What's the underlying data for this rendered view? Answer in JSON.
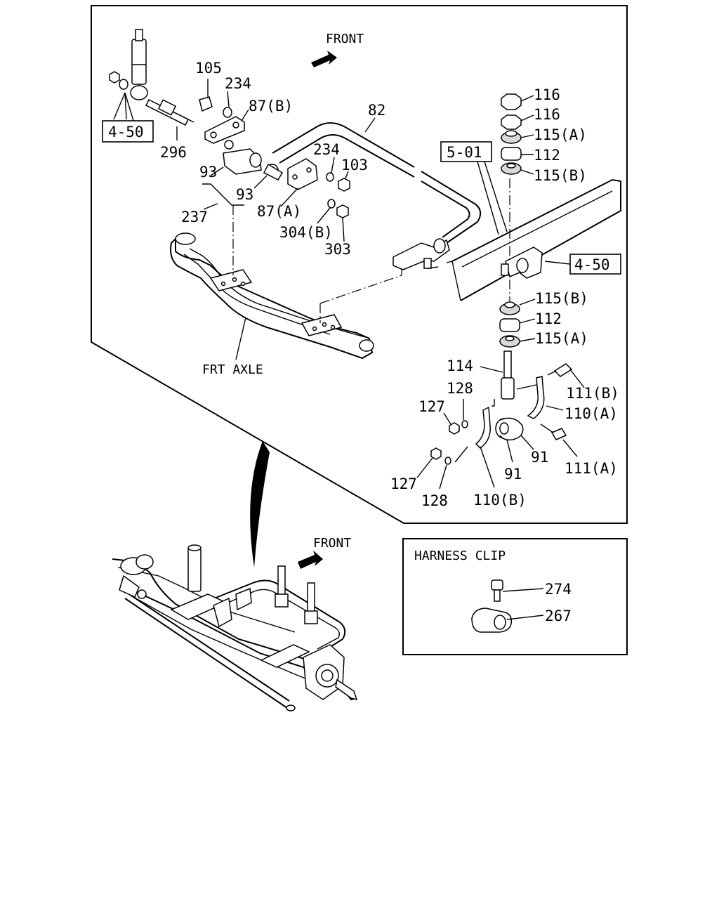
{
  "diagram": {
    "main_panel": {
      "front_label": "FRONT",
      "axle_label": "FRT AXLE",
      "refs": [
        "4-50",
        "5-01",
        "4-50"
      ],
      "callouts": {
        "c105": "105",
        "c234a": "234",
        "c87b": "87(B)",
        "c296": "296",
        "c93a": "93",
        "c93b": "93",
        "c237": "237",
        "c82": "82",
        "c234b": "234",
        "c103": "103",
        "c87a": "87(A)",
        "c304b": "304(B)",
        "c303": "303",
        "c116a": "116",
        "c116b": "116",
        "c115a_top": "115(A)",
        "c112_top": "112",
        "c115b_top": "115(B)",
        "c115b_bot": "115(B)",
        "c112_bot": "112",
        "c115a_bot": "115(A)",
        "c114": "114",
        "c128a": "128",
        "c127a": "127",
        "c111b": "111(B)",
        "c110a": "110(A)",
        "c91a": "91",
        "c91b": "91",
        "c111a": "111(A)",
        "c127b": "127",
        "c128b": "128",
        "c110b": "110(B)"
      }
    },
    "overview": {
      "front_label": "FRONT"
    },
    "harness_clip": {
      "title": "HARNESS CLIP",
      "callouts": {
        "c274": "274",
        "c267": "267"
      }
    }
  }
}
